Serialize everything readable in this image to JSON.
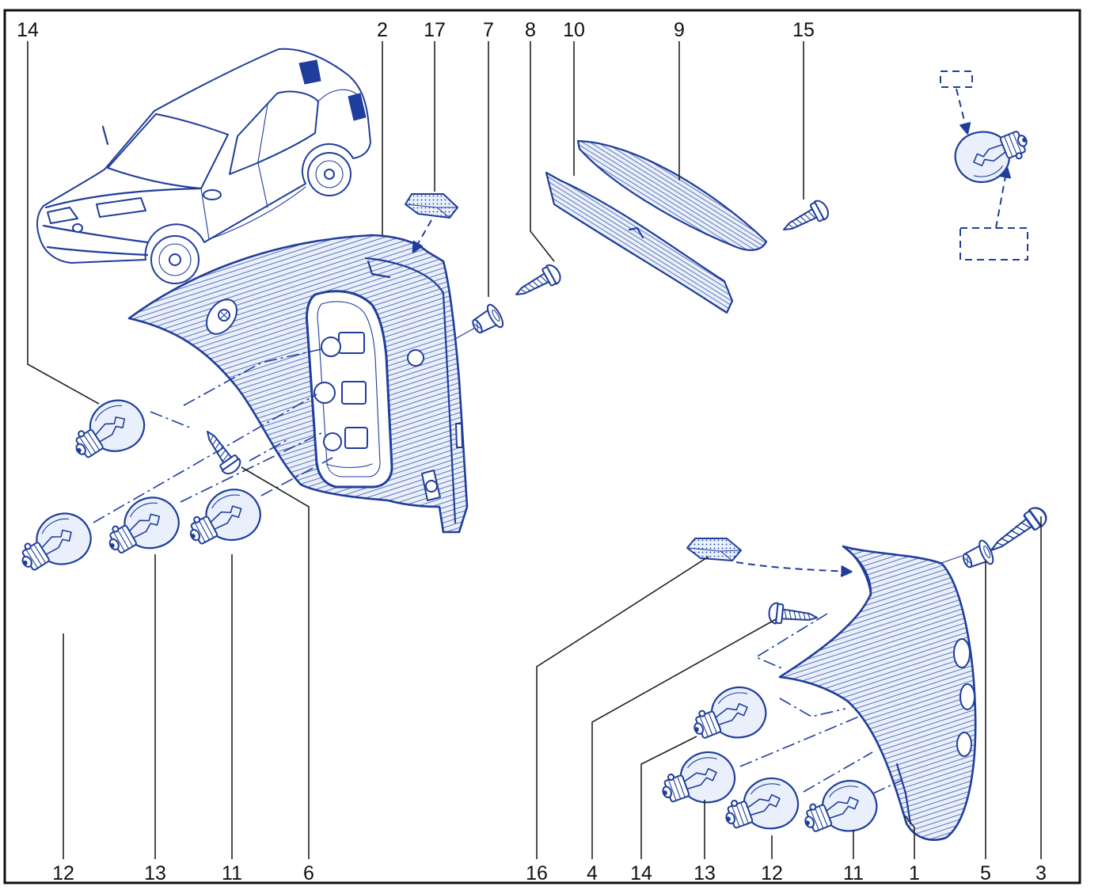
{
  "diagram": {
    "callouts_top": [
      "14",
      "2",
      "17",
      "7",
      "8",
      "10",
      "9",
      "15"
    ],
    "callouts_bottom": [
      "12",
      "13",
      "11",
      "6",
      "16",
      "4",
      "14",
      "13",
      "12",
      "11",
      "1",
      "5",
      "3"
    ]
  },
  "colors": {
    "ink": "#1f3d9c",
    "lens_fill": "#eaf0fb",
    "frame": "#111111"
  }
}
